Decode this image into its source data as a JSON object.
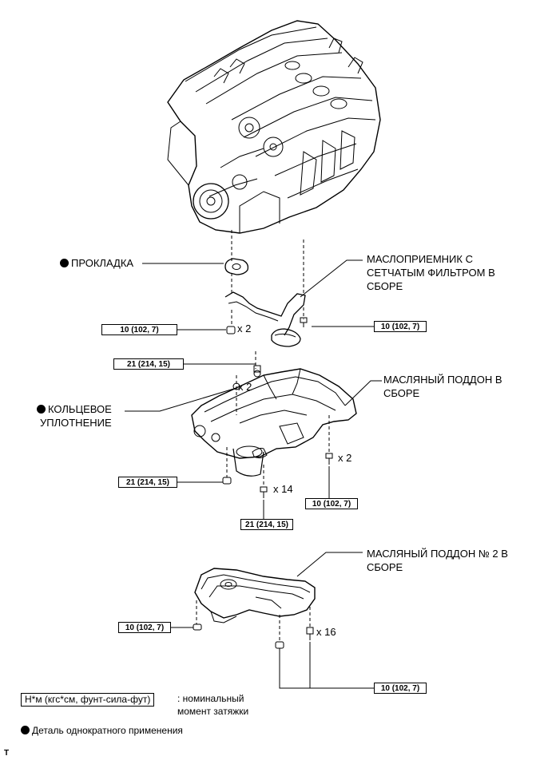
{
  "labels": {
    "gasket": "ПРОКЛАДКА",
    "strainer_line1": "МАСЛОПРИЕМНИК С",
    "strainer_line2": "СЕТЧАТЫМ ФИЛЬТРОМ В",
    "strainer_line3": "СБОРЕ",
    "oring_line1": "КОЛЬЦЕВОЕ",
    "oring_line2": "УПЛОТНЕНИЕ",
    "oil_pan_line1": "МАСЛЯНЫЙ ПОДДОН В",
    "oil_pan_line2": "СБОРЕ",
    "oil_pan2_line1": "МАСЛЯНЫЙ ПОДДОН № 2 В",
    "oil_pan2_line2": "СБОРЕ"
  },
  "torque": {
    "t10": "10 (102, 7)",
    "t21": "21 (214, 15)"
  },
  "quantities": {
    "x2": "x 2",
    "x14": "x 14",
    "x16": "x 16"
  },
  "legend": {
    "unit": "Н*м (кгс*см, фунт-сила-фут)",
    "unit_desc_line1": ": номинальный",
    "unit_desc_line2": "момент затяжки",
    "non_reusable": "Деталь однократного применения"
  },
  "footer_mark": "T"
}
